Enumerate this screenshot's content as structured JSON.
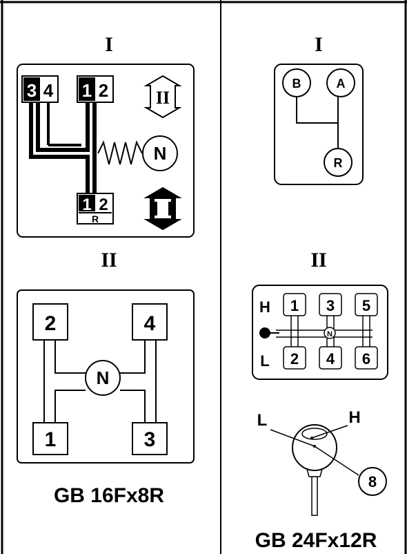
{
  "left_column": {
    "section1": {
      "roman": "I",
      "range_top": "34",
      "range_mid": "12",
      "range_low": "12",
      "range_low_sub": "R",
      "neutral": "N",
      "arrow_upper": "II",
      "arrow_lower": "I"
    },
    "section2": {
      "roman": "II",
      "gear_2": "2",
      "gear_4": "4",
      "gear_1": "1",
      "gear_3": "3",
      "neutral": "N"
    },
    "caption": "GB 16Fx8R"
  },
  "right_column": {
    "section1": {
      "roman": "I",
      "pos_b": "B",
      "pos_a": "A",
      "pos_r": "R"
    },
    "section2": {
      "roman": "II",
      "label_h": "H",
      "label_l": "L",
      "gears_top": [
        "1",
        "3",
        "5"
      ],
      "gears_bottom": [
        "2",
        "4",
        "6"
      ],
      "neutral": "N"
    },
    "lever": {
      "label_l": "L",
      "label_h": "H",
      "callout": "8"
    },
    "caption": "GB 24Fx12R"
  }
}
